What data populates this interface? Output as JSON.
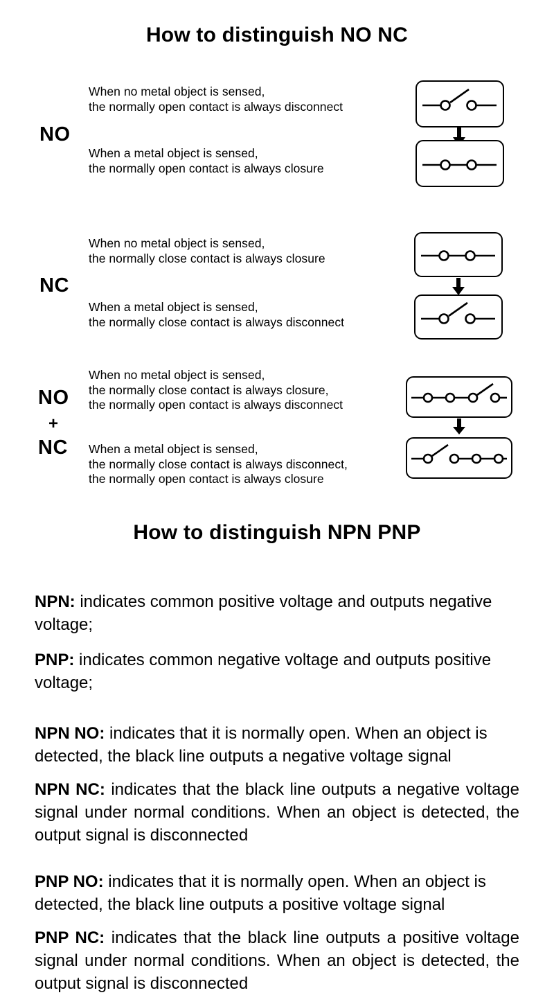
{
  "headings": {
    "no_nc": "How to distinguish NO NC",
    "npn_pnp": "How to distinguish NPN PNP"
  },
  "switch_section": {
    "groups": [
      {
        "label": "NO",
        "label_lines": [
          "NO"
        ],
        "rows": [
          {
            "text_lines": [
              "When no metal object is sensed,",
              "the normally open contact is always disconnect"
            ],
            "diagram": {
              "terminals": 2,
              "pattern": "open-right"
            }
          },
          {
            "text_lines": [
              "When a metal object is sensed,",
              "the normally open contact is always closure"
            ],
            "diagram": {
              "terminals": 2,
              "pattern": "closed"
            }
          }
        ]
      },
      {
        "label": "NC",
        "label_lines": [
          "NC"
        ],
        "rows": [
          {
            "text_lines": [
              "When no metal object is sensed,",
              "the normally close contact is always closure"
            ],
            "diagram": {
              "terminals": 2,
              "pattern": "closed"
            }
          },
          {
            "text_lines": [
              "When a metal object is sensed,",
              "the normally close contact is always disconnect"
            ],
            "diagram": {
              "terminals": 2,
              "pattern": "open-right"
            }
          }
        ]
      },
      {
        "label": "NO + NC",
        "label_lines": [
          "NO",
          "+",
          "NC"
        ],
        "rows": [
          {
            "text_lines": [
              "When no metal object is sensed,",
              "the normally close contact is always closure,",
              "the normally open contact is always disconnect"
            ],
            "diagram": {
              "terminals": 4,
              "pattern": "closed-closed-open"
            }
          },
          {
            "text_lines": [
              "When a metal object is sensed,",
              "the normally close contact is always disconnect,",
              "the normally open contact is always closure"
            ],
            "diagram": {
              "terminals": 4,
              "pattern": "open-closed-closed"
            }
          }
        ]
      }
    ],
    "arrow_icon": "down-arrow-icon"
  },
  "npn_pnp_section": {
    "paragraphs": [
      {
        "id": "npn-definition",
        "term": "NPN:",
        "body": " indicates common positive voltage and outputs negative voltage;",
        "justify": false
      },
      {
        "id": "pnp-definition",
        "term": "PNP:",
        "body": " indicates common negative voltage and outputs positive voltage;",
        "justify": false
      },
      {
        "id": "npn-no",
        "term": "NPN NO:",
        "body": " indicates that it is normally open. When an object is detected, the black line outputs a negative voltage signal",
        "justify": false
      },
      {
        "id": "npn-nc",
        "term": "NPN NC:",
        "body": " indicates that the black line outputs a negative voltage signal under normal conditions. When an object is detected, the output signal is disconnected",
        "justify": true
      },
      {
        "id": "pnp-no",
        "term": "PNP NO:",
        "body": " indicates that it is normally open. When an object is detected, the black line outputs a positive voltage signal",
        "justify": false
      },
      {
        "id": "pnp-nc",
        "term": "PNP NC:",
        "body": " indicates that the black line outputs a positive voltage signal under normal conditions. When an object is detected, the output signal is disconnected",
        "justify": true
      }
    ]
  },
  "colors": {
    "ink": "#000000",
    "background": "#ffffff"
  }
}
